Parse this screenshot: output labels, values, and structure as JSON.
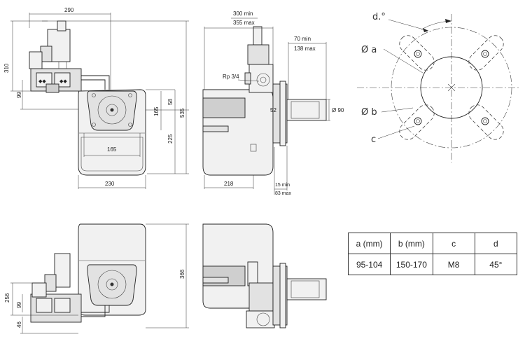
{
  "front_view": {
    "dim_width_top": "290",
    "dim_height_left": "310",
    "dim_valve_99": "99",
    "dim_center_165_v": "165",
    "dim_58": "58",
    "dim_225": "225",
    "dim_535": "535",
    "dim_center_165_h": "165",
    "dim_width_bottom": "230"
  },
  "side_view": {
    "dim_300_min": "300 min",
    "dim_355_max": "355 max",
    "dim_70_min": "70 min",
    "dim_138_max": "138 max",
    "label_rp": "Rp 3/4",
    "dim_52": "52",
    "dim_dia_90": "Ø 90",
    "dim_218": "218",
    "dim_15_min": "15 min",
    "dim_83_max": "83 max"
  },
  "flange_view": {
    "label_d": "d.°",
    "label_a": "Ø a",
    "label_b": "Ø b",
    "label_c": "c"
  },
  "lower_front_view": {
    "dim_256": "256",
    "dim_99": "99",
    "dim_46": "46",
    "dim_366": "366"
  },
  "spec_table": {
    "headers": [
      "a (mm)",
      "b (mm)",
      "c",
      "d"
    ],
    "values": [
      "95-104",
      "150-170",
      "M8",
      "45°"
    ]
  }
}
